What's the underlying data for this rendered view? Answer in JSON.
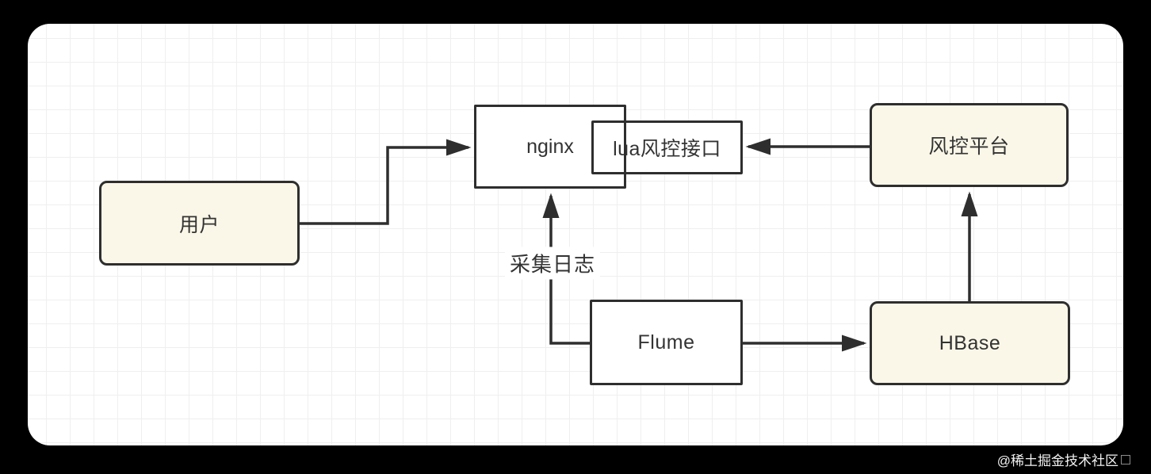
{
  "diagram": {
    "nodes": [
      {
        "id": "user",
        "label": "用户",
        "shape": "rounded",
        "fill": "cream"
      },
      {
        "id": "nginx",
        "label": "nginx",
        "shape": "rect",
        "fill": "white"
      },
      {
        "id": "lua-interface",
        "label": "lua风控接口",
        "shape": "rect",
        "fill": "white"
      },
      {
        "id": "risk-platform",
        "label": "风控平台",
        "shape": "rounded",
        "fill": "cream"
      },
      {
        "id": "flume",
        "label": "Flume",
        "shape": "rect",
        "fill": "white"
      },
      {
        "id": "hbase",
        "label": "HBase",
        "shape": "rounded",
        "fill": "cream"
      }
    ],
    "edges": [
      {
        "from": "user",
        "to": "nginx",
        "label": ""
      },
      {
        "from": "risk-platform",
        "to": "lua-interface",
        "label": ""
      },
      {
        "from": "flume",
        "to": "nginx",
        "label": "采集日志"
      },
      {
        "from": "flume",
        "to": "hbase",
        "label": ""
      },
      {
        "from": "hbase",
        "to": "risk-platform",
        "label": ""
      }
    ]
  },
  "watermark": "@稀土掘金技术社区",
  "colors": {
    "cream": "#FAF7E8",
    "white": "#FFFFFF",
    "stroke": "#2E2E2E",
    "canvas_bg": "#FFFFFF",
    "page_bg": "#000000",
    "grid_line": "#EFEFEF",
    "text": "#333333",
    "watermark_text": "#F2F2F2"
  }
}
